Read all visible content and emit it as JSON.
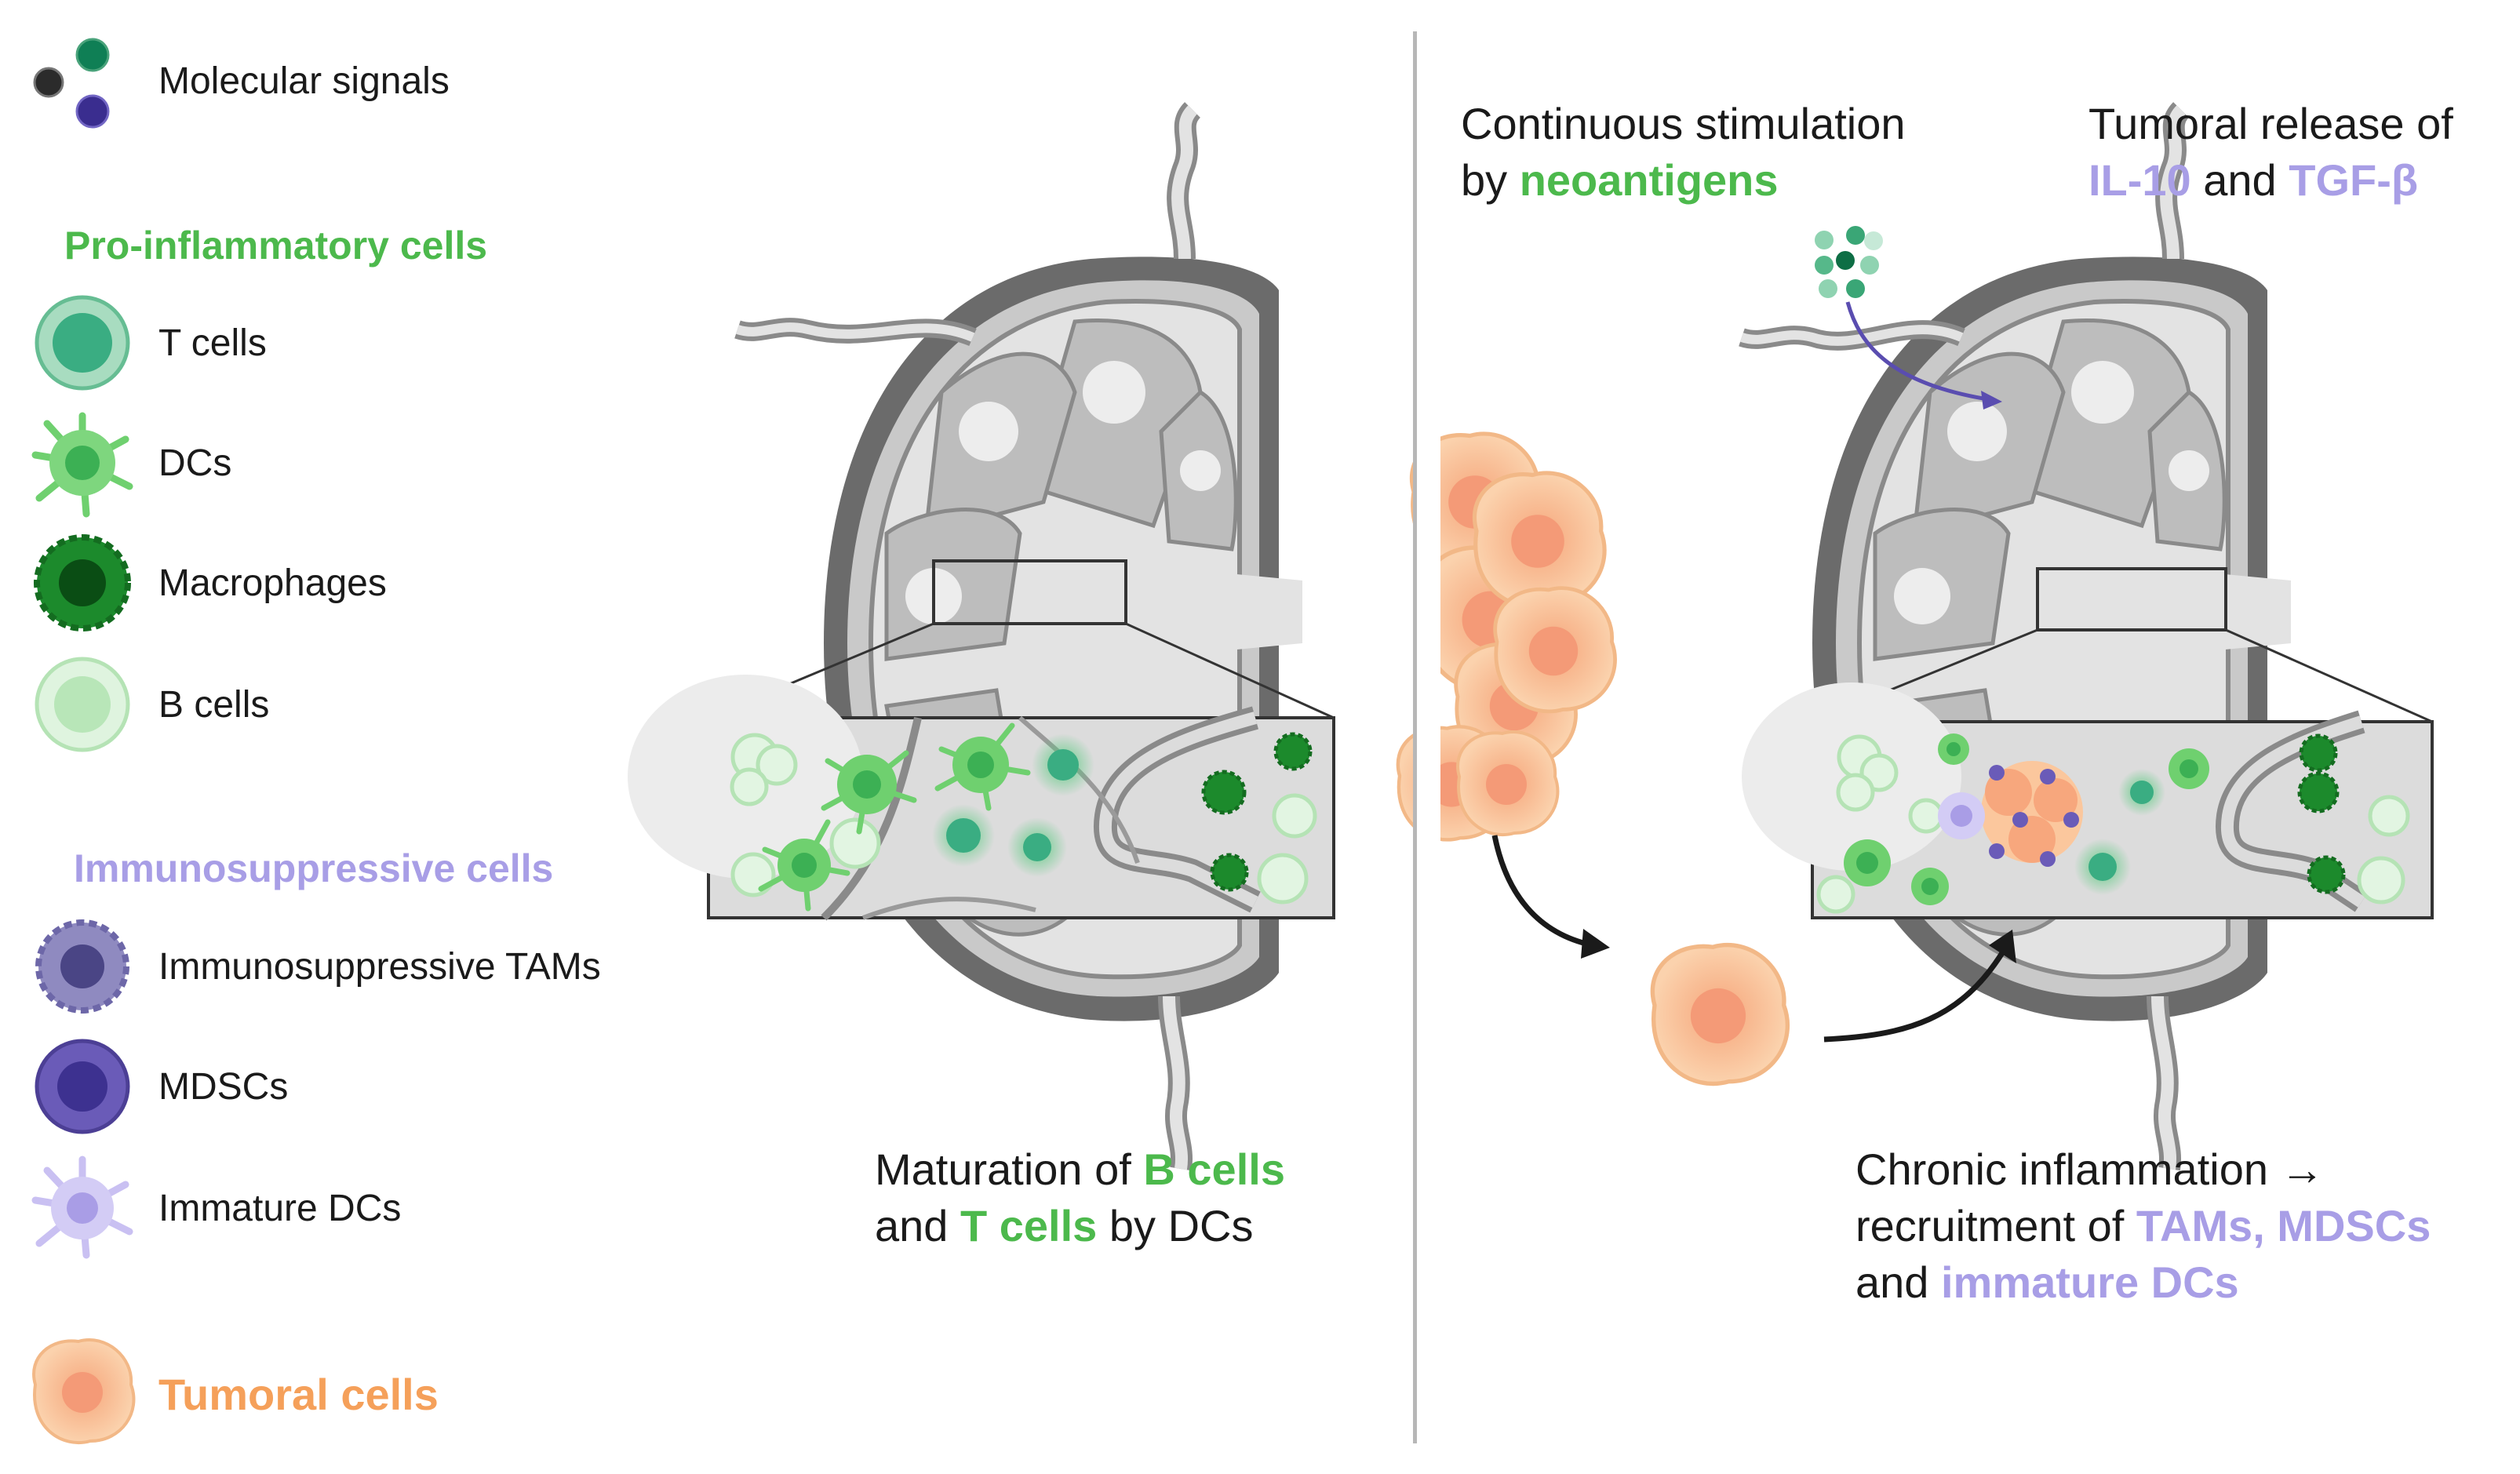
{
  "legend": {
    "molecular_signals": "Molecular signals",
    "pro_header": "Pro-inflammatory cells",
    "t_cells": "T cells",
    "dcs": "DCs",
    "macrophages": "Macrophages",
    "b_cells": "B cells",
    "immuno_header": "Immunosuppressive cells",
    "tams": "Immunosuppressive TAMs",
    "mdscs": "MDSCs",
    "immature_dcs": "Immature DCs",
    "tumoral": "Tumoral cells"
  },
  "left_caption": {
    "p1": "Maturation of ",
    "b_cells": "B cells",
    "p2": "and ",
    "t_cells": "T cells",
    "p3": " by DCs"
  },
  "right": {
    "stim_1": "Continuous stimulation",
    "stim_2": "by ",
    "neoantigens": "neoantigens",
    "release_1": "Tumoral release of",
    "il10": "IL-10",
    "and": " and ",
    "tgfb": "TGF-β",
    "chronic_1": "Chronic inflammation →",
    "chronic_2": "recruitment of ",
    "tams_mdscs": "TAMs, MDSCs",
    "chronic_3": "and ",
    "immature_dcs": "immature DCs"
  },
  "colors": {
    "green": "#4cb94c",
    "lavender": "#a89ee6",
    "orange": "#f5a05a",
    "divider": "#b7b7b7"
  }
}
